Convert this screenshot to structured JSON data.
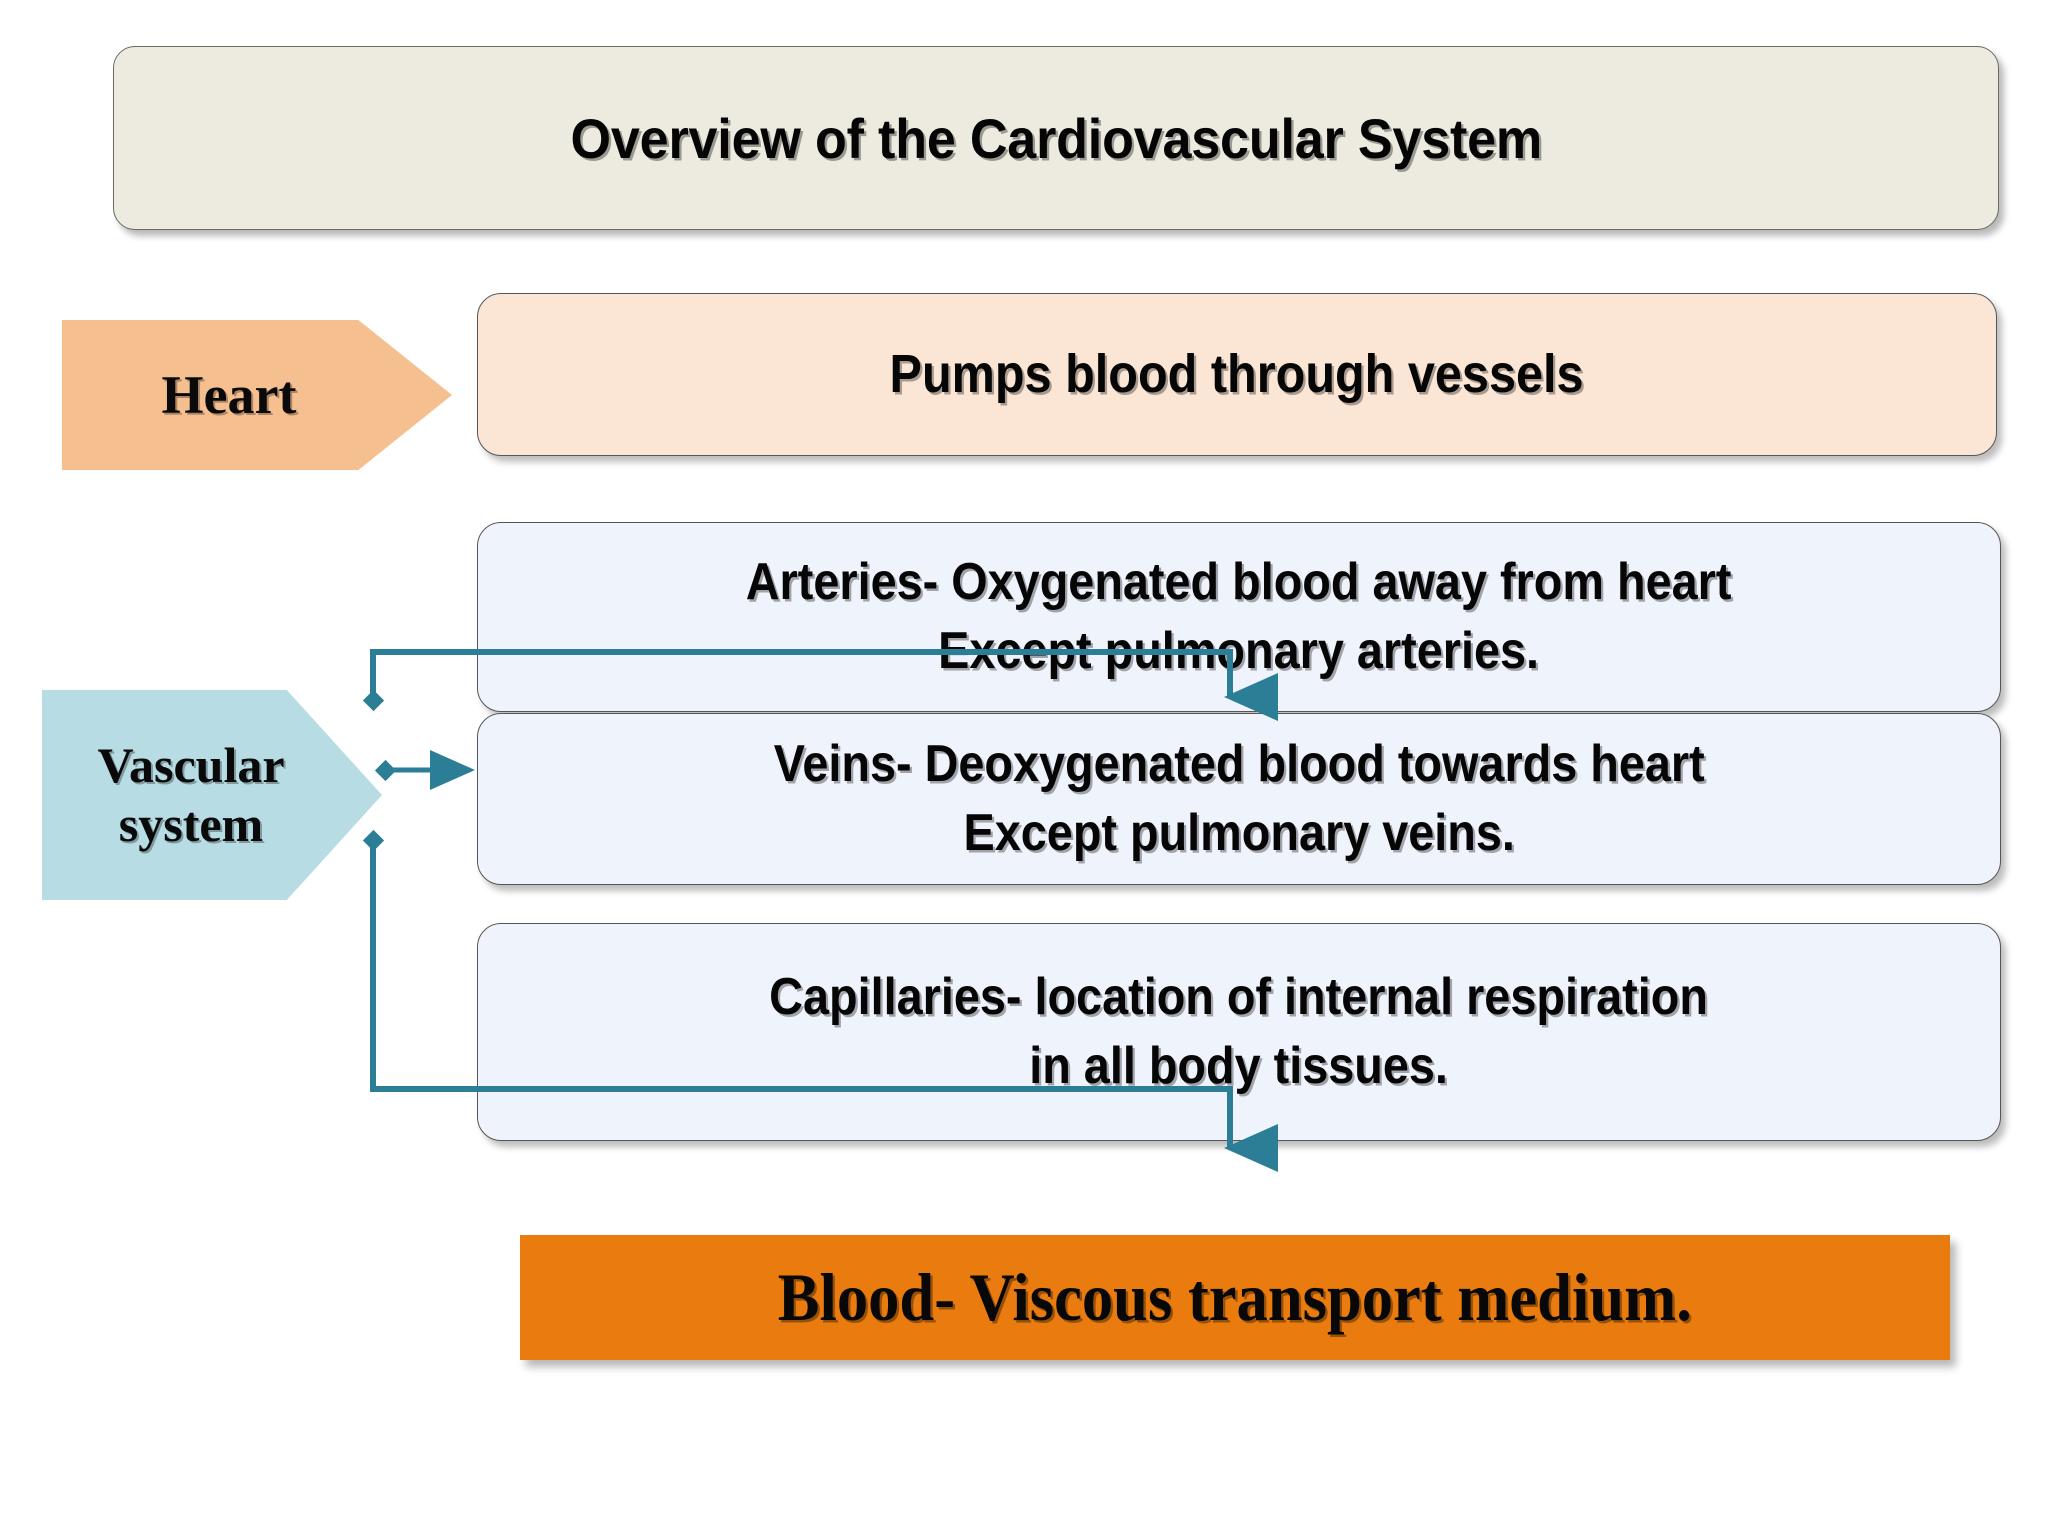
{
  "slide": {
    "title": "Overview of the Cardiovascular System",
    "background_color": "#FFFFFF"
  },
  "title_banner": {
    "text": "Overview of the Cardiovascular System",
    "fill_color": "#EDEBE0",
    "border_color": "#6B6B63"
  },
  "branches": [
    {
      "id": "heart",
      "label": "Heart",
      "shape": "pentagon-arrow",
      "fill_color": "#F6BF90",
      "detail_boxes": [
        {
          "id": "pumps",
          "text": "Pumps  blood through vessels",
          "fill_color": "#FBE6D6"
        }
      ]
    },
    {
      "id": "vascular-system",
      "label": "Vascular\nsystem",
      "label_line1": "Vascular",
      "label_line2": "system",
      "shape": "pentagon-arrow",
      "fill_color": "#B7DCE4",
      "detail_boxes": [
        {
          "id": "arteries",
          "text": "Arteries- Oxygenated  blood away from heart\nExcept pulmonary arteries.",
          "fill_color": "#EFF4FC"
        },
        {
          "id": "veins",
          "text": "Veins- Deoxygenated blood towards heart\nExcept pulmonary veins.",
          "fill_color": "#EFF4FC"
        },
        {
          "id": "capillaries",
          "text": "Capillaries- location of internal respiration\nin all body tissues.",
          "fill_color": "#EFF4FC"
        }
      ]
    }
  ],
  "blood_bar": {
    "text": "Blood- Viscous transport medium.",
    "fill_color": "#E97B0F"
  },
  "connectors": {
    "color": "#2B7E96",
    "style": "elbow-with-diamond-start-and-arrow-end",
    "count": 3,
    "targets": [
      "arteries",
      "veins",
      "capillaries"
    ]
  }
}
